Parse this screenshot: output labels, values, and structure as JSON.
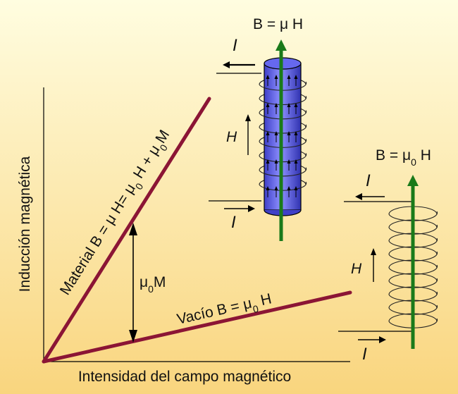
{
  "colors": {
    "bg_top": "#fffde0",
    "bg_bottom": "#f9d57e",
    "material_line": "#8b1535",
    "vacuum_line": "#8b1535",
    "field_arrow": "#1a7a1a",
    "core": "#5a5cf0",
    "axes": "#000000"
  },
  "axes": {
    "xlabel": "Intensidad del campo magnético",
    "ylabel": "Inducción magnética"
  },
  "material_line": {
    "label_prefix": "Material B = ",
    "mu": "μ",
    "label_mid": " H= ",
    "mu0": "μ",
    "sub0": "0",
    "label_mid2": " H + ",
    "mu0b": "μ",
    "sub0b": "0",
    "label_end": "M"
  },
  "vacuum_line": {
    "label_prefix": "Vacío B = ",
    "mu0": "μ",
    "sub0": "0",
    "label_end": " H"
  },
  "difference": {
    "mu0": "μ",
    "sub0": "0",
    "label_end": "M"
  },
  "solenoid_core": {
    "b_label_prefix": "B = ",
    "mu": "μ",
    "b_label_end": " H",
    "current_top": "I",
    "current_bottom": "I",
    "h_label": "H"
  },
  "solenoid_vacuum": {
    "b_label_prefix": "B = ",
    "mu0": "μ",
    "sub0": "0",
    "b_label_end": " H",
    "current_top": "I",
    "current_bottom": "I",
    "h_label": "H"
  }
}
